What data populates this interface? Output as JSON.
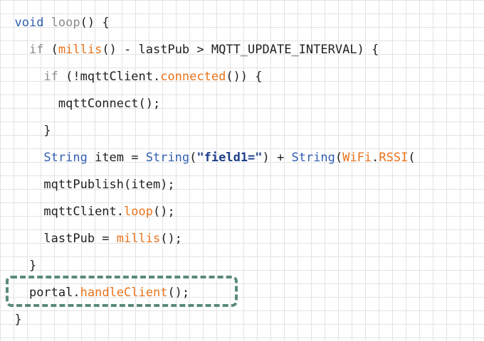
{
  "code_lines": [
    {
      "indent": "  ",
      "tokens": [
        {
          "text": "void",
          "cls": "blue"
        },
        {
          "text": " ",
          "cls": "dark"
        },
        {
          "text": "loop",
          "cls": "gray"
        },
        {
          "text": "() {",
          "cls": "dark"
        }
      ]
    },
    {
      "indent": "    ",
      "tokens": [
        {
          "text": "if",
          "cls": "gray"
        },
        {
          "text": " (",
          "cls": "dark"
        },
        {
          "text": "millis",
          "cls": "orange"
        },
        {
          "text": "() - lastPub > MQTT_UPDATE_INTERVAL) {",
          "cls": "dark"
        }
      ]
    },
    {
      "indent": "      ",
      "tokens": [
        {
          "text": "if",
          "cls": "gray"
        },
        {
          "text": " (!mqttClient.",
          "cls": "dark"
        },
        {
          "text": "connected",
          "cls": "orange"
        },
        {
          "text": "()) {",
          "cls": "dark"
        }
      ]
    },
    {
      "indent": "        ",
      "tokens": [
        {
          "text": "mqttConnect();",
          "cls": "dark"
        }
      ]
    },
    {
      "indent": "      ",
      "tokens": [
        {
          "text": "}",
          "cls": "dark"
        }
      ]
    },
    {
      "indent": "      ",
      "tokens": [
        {
          "text": "String",
          "cls": "blue"
        },
        {
          "text": " item = ",
          "cls": "dark"
        },
        {
          "text": "String",
          "cls": "blue"
        },
        {
          "text": "(",
          "cls": "dark"
        },
        {
          "text": "\"field1=\"",
          "cls": "str"
        },
        {
          "text": ") + ",
          "cls": "dark"
        },
        {
          "text": "String",
          "cls": "blue"
        },
        {
          "text": "(",
          "cls": "dark"
        },
        {
          "text": "WiFi",
          "cls": "orange"
        },
        {
          "text": ".",
          "cls": "dark"
        },
        {
          "text": "RSSI",
          "cls": "orange"
        },
        {
          "text": "(",
          "cls": "dark"
        }
      ]
    },
    {
      "indent": "      ",
      "tokens": [
        {
          "text": "mqttPublish(item);",
          "cls": "dark"
        }
      ]
    },
    {
      "indent": "      ",
      "tokens": [
        {
          "text": "mqttClient.",
          "cls": "dark"
        },
        {
          "text": "loop",
          "cls": "orange"
        },
        {
          "text": "();",
          "cls": "dark"
        }
      ]
    },
    {
      "indent": "      ",
      "tokens": [
        {
          "text": "lastPub = ",
          "cls": "dark"
        },
        {
          "text": "millis",
          "cls": "orange"
        },
        {
          "text": "();",
          "cls": "dark"
        }
      ]
    },
    {
      "indent": "    ",
      "tokens": [
        {
          "text": "}",
          "cls": "dark"
        }
      ]
    },
    {
      "indent": "    ",
      "tokens": [
        {
          "text": "portal.",
          "cls": "dark"
        },
        {
          "text": "handleClient",
          "cls": "orange"
        },
        {
          "text": "();",
          "cls": "dark"
        }
      ]
    },
    {
      "indent": "  ",
      "tokens": [
        {
          "text": "}",
          "cls": "dark"
        }
      ]
    }
  ],
  "highlight": {
    "line_index": 10,
    "style": "dashed",
    "color": "#5a8a7a"
  }
}
